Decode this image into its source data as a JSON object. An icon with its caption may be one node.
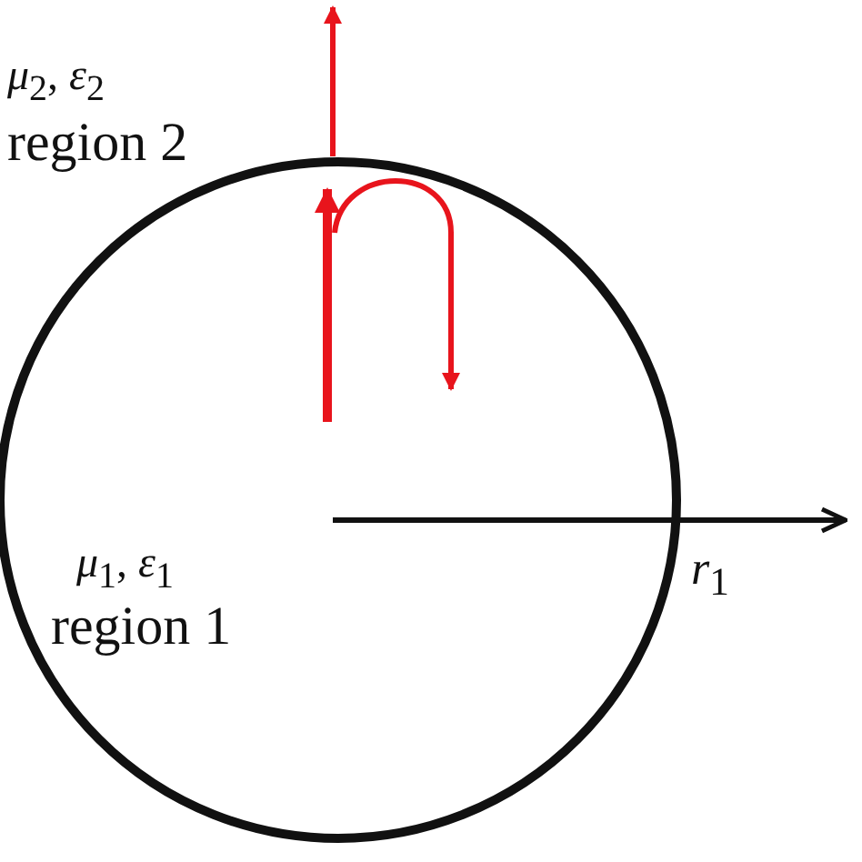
{
  "diagram": {
    "labels": [
      "*μ*$_{2}$, *ε*$_{2}$",
      "region 2",
      "*μ*$_{1}$, *ε*$_{1}$",
      "region 1",
      "*r*$_{1}$"
    ]
  }
}
